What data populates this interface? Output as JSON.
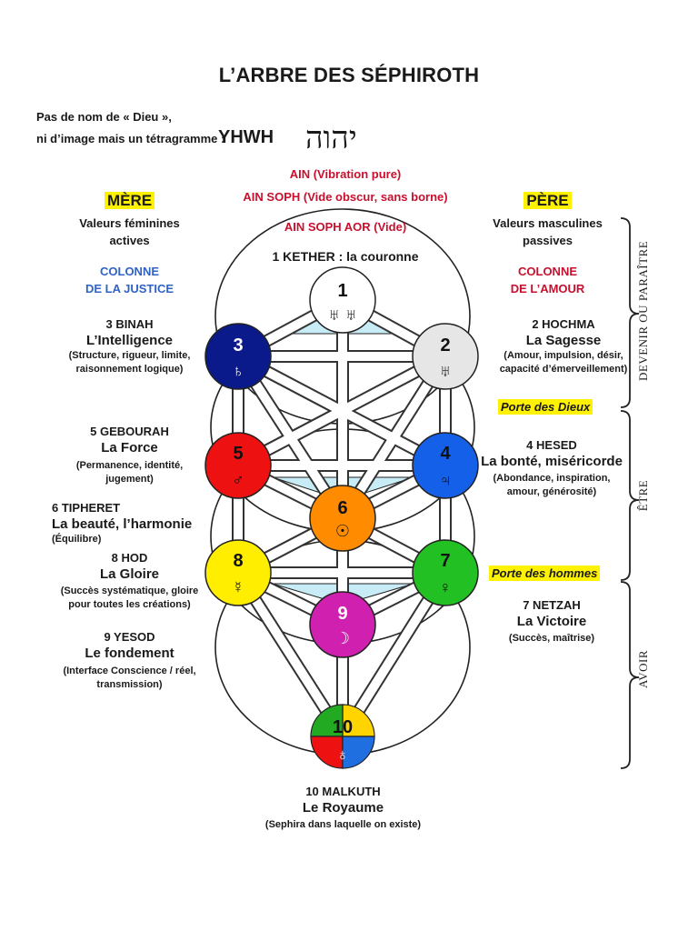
{
  "title": "L’ARBRE DES SÉPHIROTH",
  "intro": {
    "line1": "Pas de nom de « Dieu »,",
    "line2": "ni d’image mais  un tétragramme :",
    "yhwh": "YHWH",
    "hebrew": "יהוה"
  },
  "ain": {
    "ain": "AIN (Vibration pure)",
    "ain_soph": "AIN SOPH (Vide obscur, sans borne)",
    "ain_soph_aor": "AIN SOPH AOR (Vide)"
  },
  "left_column": {
    "heading": "MÈRE",
    "values_1": "Valeurs féminines",
    "values_2": "actives",
    "colonne_1": "COLONNE",
    "colonne_2": "DE LA JUSTICE"
  },
  "right_column": {
    "heading": "PÈRE",
    "values_1": "Valeurs masculines",
    "values_2": "passives",
    "colonne_1": "COLONNE",
    "colonne_2": "DE L’AMOUR"
  },
  "sephiroth": {
    "kether": {
      "label": "1 KETHER : la couronne",
      "number": "1",
      "color": "#ffffff"
    },
    "hochma": {
      "name": "2 HOCHMA",
      "meaning": "La Sagesse",
      "desc_1": "(Amour, impulsion, désir,",
      "desc_2": "capacité d’émerveillement)",
      "number": "2",
      "color": "#e6e6e6"
    },
    "binah": {
      "name": "3 BINAH",
      "meaning": "L’Intelligence",
      "desc_1": "(Structure, rigueur, limite,",
      "desc_2": "raisonnement  logique)",
      "number": "3",
      "color": "#0a1a8a"
    },
    "hesed": {
      "name": "4 HESED",
      "meaning": "La bonté, miséricorde",
      "desc_1": "(Abondance, inspiration,",
      "desc_2": "amour, générosité)",
      "number": "4",
      "color": "#1560e8"
    },
    "gebourah": {
      "name": "5 GEBOURAH",
      "meaning": "La Force",
      "desc_1": "(Permanence,  identité,",
      "desc_2": "jugement)",
      "number": "5",
      "color": "#ee1111"
    },
    "tipheret": {
      "name": "6 TIPHERET",
      "meaning": "La beauté, l’harmonie",
      "desc_1": "(Équilibre)",
      "number": "6",
      "color": "#ff8c00"
    },
    "netzah": {
      "name": "7 NETZAH",
      "meaning": "La Victoire",
      "desc_1": "(Succès, maîtrise)",
      "number": "7",
      "color": "#22c022"
    },
    "hod": {
      "name": "8 HOD",
      "meaning": "La Gloire",
      "desc_1": "(Succès systématique,  gloire",
      "desc_2": "pour toutes les créations)",
      "number": "8",
      "color": "#ffee00"
    },
    "yesod": {
      "name": "9 YESOD",
      "meaning": "Le fondement",
      "desc_1": "(Interface Conscience  / réel,",
      "desc_2": "transmission)",
      "number": "9",
      "color": "#d020b0"
    },
    "malkuth": {
      "name": "10 MALKUTH",
      "meaning": "Le Royaume",
      "desc_1": "(Sephira dans laquelle on existe)",
      "number": "10",
      "colors": [
        "#ffd400",
        "#22aa22",
        "#ee1111",
        "#1f6fe0"
      ]
    }
  },
  "portes": {
    "dieux": "Porte des Dieux",
    "hommes": "Porte des hommes"
  },
  "brackets": {
    "devenir": "DEVENIR  OU PARAÎTRE",
    "etre": "ÊTRE",
    "avoir": "AVOIR"
  },
  "symbols": {
    "kether": "♅ ♅",
    "hochma": "♅",
    "binah": "♄",
    "hesed": "♃",
    "gebourah": "♂",
    "tipheret": "☉",
    "netzah": "♀",
    "hod": "☿",
    "yesod": "☽",
    "malkuth": "♁"
  }
}
